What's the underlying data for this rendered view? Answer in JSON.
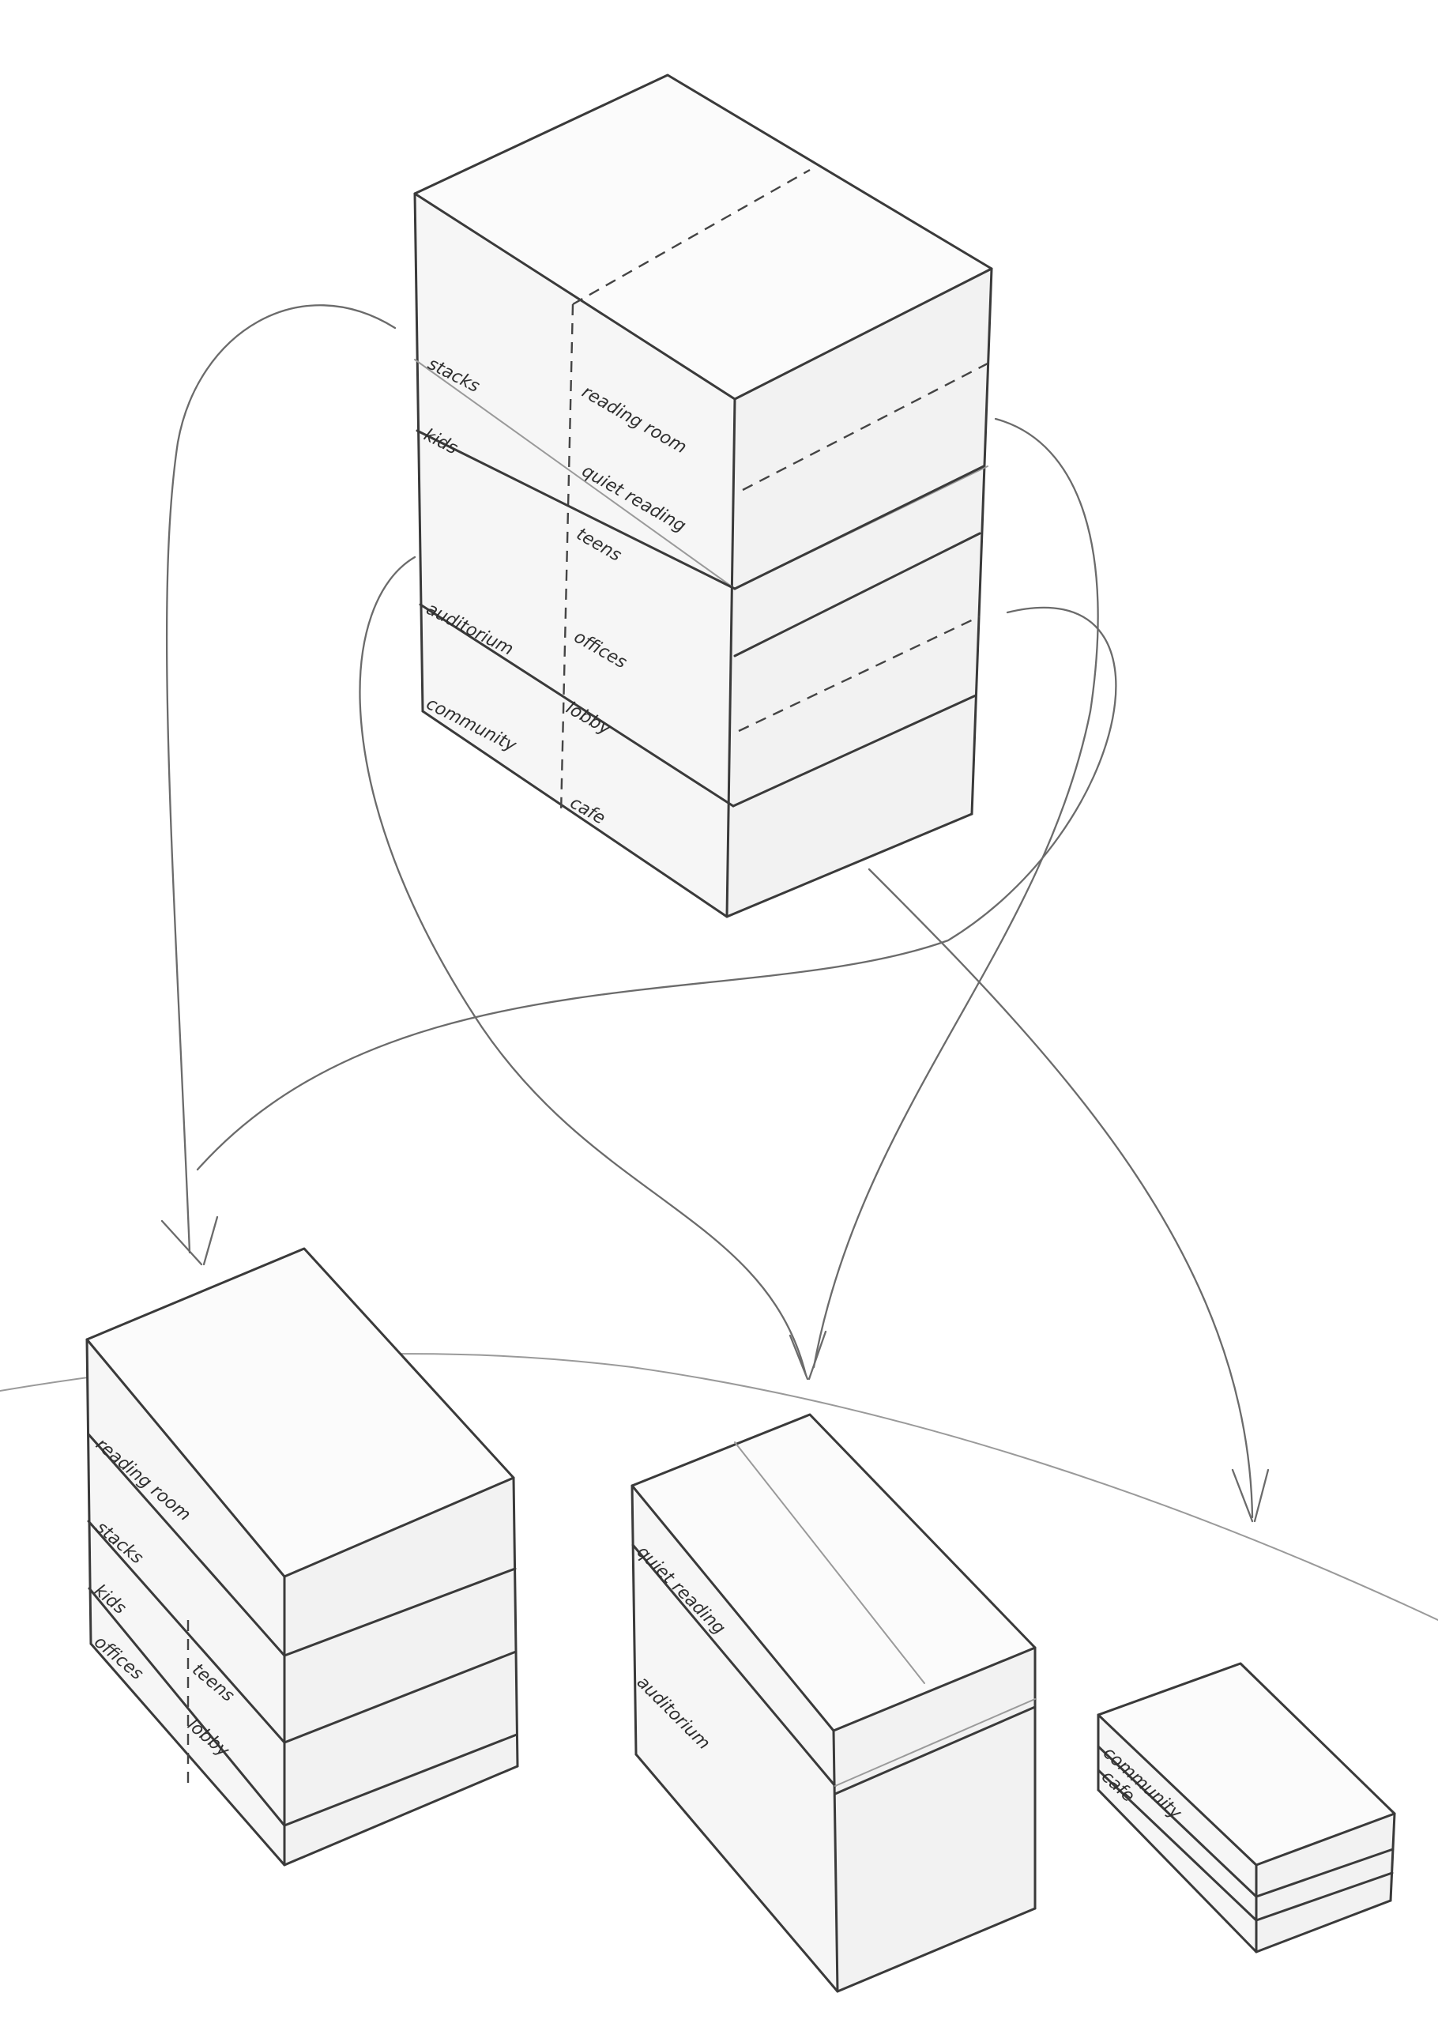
{
  "source_tower": {
    "left_labels": [
      "stacks",
      "kids",
      "auditorium",
      "community"
    ],
    "right_labels": [
      "reading room",
      "quiet reading",
      "teens",
      "offices",
      "lobby",
      "cafe"
    ]
  },
  "block_large": {
    "labels": [
      "reading room",
      "stacks",
      "kids",
      "offices",
      "teens",
      "lobby"
    ]
  },
  "block_medium": {
    "labels": [
      "quiet reading",
      "auditorium"
    ]
  },
  "block_small": {
    "labels": [
      "community",
      "cafe"
    ]
  }
}
